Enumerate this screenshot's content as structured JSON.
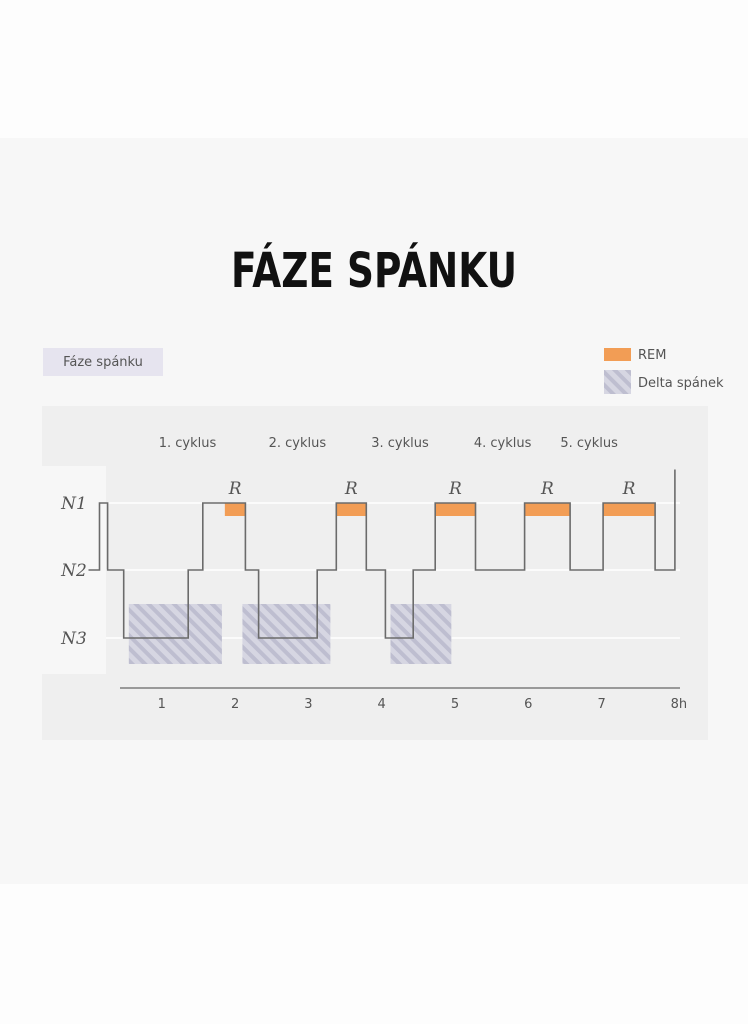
{
  "title": "FÁZE SPÁNKU",
  "chart_data": {
    "type": "line",
    "title": "Fáze spánku",
    "legend": [
      {
        "name": "REM",
        "color": "#f29d55",
        "swatch": "solid"
      },
      {
        "name": "Delta spánek",
        "color": "#c8c8d6",
        "swatch": "hatched"
      }
    ],
    "legend_placement": "top-right",
    "y_levels": [
      "N1",
      "N2",
      "N3"
    ],
    "x_ticks": [
      "1",
      "2",
      "3",
      "4",
      "5",
      "6",
      "7",
      "8h"
    ],
    "xlim": [
      0,
      8
    ],
    "cycles": [
      {
        "label": "1. cyklus",
        "x": 1.35
      },
      {
        "label": "2. cyklus",
        "x": 2.85
      },
      {
        "label": "3. cyklus",
        "x": 4.25
      },
      {
        "label": "4. cyklus",
        "x": 5.65
      },
      {
        "label": "5. cyklus",
        "x": 6.83
      }
    ],
    "rem_label": "R",
    "rem_periods": [
      [
        1.86,
        2.14
      ],
      [
        3.38,
        3.79
      ],
      [
        4.73,
        5.28
      ],
      [
        5.95,
        6.57
      ],
      [
        7.02,
        7.73
      ]
    ],
    "delta_periods": [
      [
        0.55,
        1.82
      ],
      [
        2.1,
        3.3
      ],
      [
        4.12,
        4.95
      ]
    ],
    "hypnogram": [
      [
        0.0,
        1
      ],
      [
        0.15,
        1
      ],
      [
        0.15,
        0
      ],
      [
        0.26,
        0
      ],
      [
        0.26,
        1
      ],
      [
        0.48,
        1
      ],
      [
        0.48,
        2
      ],
      [
        1.36,
        2
      ],
      [
        1.36,
        1
      ],
      [
        1.56,
        1
      ],
      [
        1.56,
        0
      ],
      [
        1.86,
        0
      ],
      [
        2.14,
        0
      ],
      [
        2.14,
        1
      ],
      [
        2.32,
        1
      ],
      [
        2.32,
        2
      ],
      [
        3.12,
        2
      ],
      [
        3.12,
        1
      ],
      [
        3.38,
        1
      ],
      [
        3.38,
        0
      ],
      [
        3.79,
        0
      ],
      [
        3.79,
        1
      ],
      [
        4.05,
        1
      ],
      [
        4.05,
        2
      ],
      [
        4.43,
        2
      ],
      [
        4.43,
        1
      ],
      [
        4.73,
        1
      ],
      [
        4.73,
        0
      ],
      [
        5.28,
        0
      ],
      [
        5.28,
        1
      ],
      [
        5.95,
        1
      ],
      [
        5.95,
        0
      ],
      [
        6.57,
        0
      ],
      [
        6.57,
        1
      ],
      [
        7.02,
        1
      ],
      [
        7.02,
        0
      ],
      [
        7.73,
        0
      ],
      [
        7.73,
        1
      ],
      [
        8.0,
        1
      ],
      [
        8.0,
        -0.5
      ]
    ]
  }
}
